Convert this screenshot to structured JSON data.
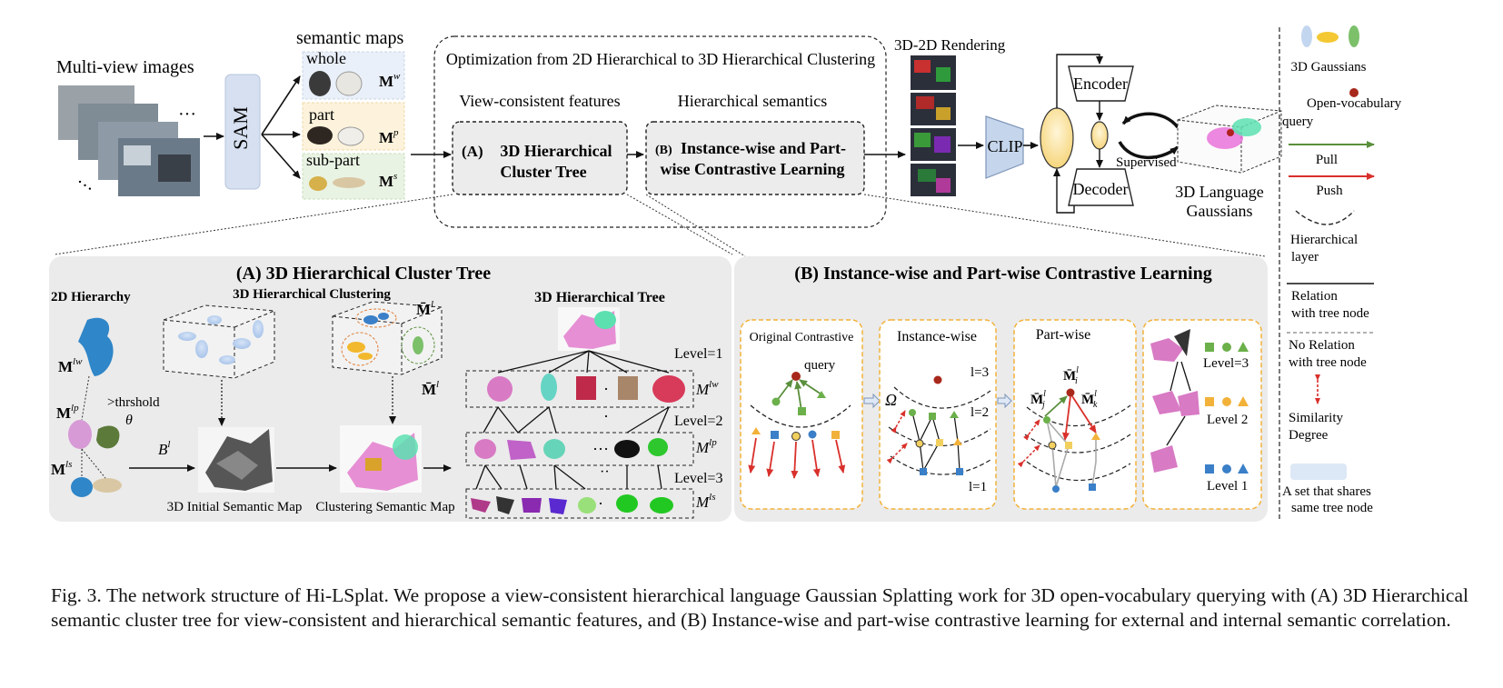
{
  "top": {
    "multiview_label": "Multi-view images",
    "sam_label": "SAM",
    "semantic_maps_label": "semantic maps",
    "whole_label": "whole",
    "part_label": "part",
    "subpart_label": "sub-part",
    "mw": "M",
    "mw_sup": "w",
    "mp": "M",
    "mp_sup": "p",
    "ms": "M",
    "ms_sup": "s",
    "opt_title": "Optimization from 2D Hierarchical  to 3D Hierarchical Clustering",
    "view_consistent": "View-consistent features",
    "hier_semantics": "Hierarchical semantics",
    "box_a_tag": "(A)",
    "box_a_line1": "3D Hierarchical",
    "box_a_line2": "Cluster Tree",
    "box_b_tag": "(B)",
    "box_b_line1": "Instance-wise and Part-",
    "box_b_line2": "wise Contrastive Learning",
    "render_label": "3D-2D Rendering",
    "clip_label": "CLIP",
    "encoder_label": "Encoder",
    "decoder_label": "Decoder",
    "supervised_label": "Supervised",
    "lang_gauss_line1": "3D Language",
    "lang_gauss_line2": "Gaussians"
  },
  "legend": {
    "gaussians": "3D Gaussians",
    "query_line1": "Open-vocabulary",
    "query_line2": "query",
    "pull": "Pull",
    "push": "Push",
    "hier_line1": "Hierarchical",
    "hier_line2": "layer",
    "rel_line1": "Relation",
    "rel_line2": "with tree node",
    "norel_line1": "No Relation",
    "norel_line2": "with tree node",
    "sim_line1": "Similarity",
    "sim_line2": "Degree",
    "set_line1": "A set that shares",
    "set_line2": "same tree node",
    "colors": {
      "pull": "#5a8f3c",
      "push": "#d9302b",
      "query": "#a8281b",
      "similarity": "#d9302b"
    }
  },
  "panel_a": {
    "title": "(A) 3D Hierarchical Cluster Tree",
    "hier2d": "2D Hierarchy",
    "clustering": "3D Hierarchical Clustering",
    "tree": "3D Hierarchical Tree",
    "m_lw": "M",
    "m_lw_sup": "lw",
    "m_lp": "M",
    "m_lp_sup": "lp",
    "m_ls": "M",
    "m_ls_sup": "ls",
    "threshold": ">thrshold",
    "theta": "θ",
    "b_l": "B",
    "b_l_sup": "l",
    "mbar": "M̄",
    "mbar_sup": "l",
    "initial_map": "3D Initial Semantic Map",
    "clustering_map": "Clustering Semantic Map",
    "level1": "Level=1",
    "level2": "Level=2",
    "level3": "Level=3",
    "dots": "···",
    "dot": "·",
    "vdots": "··"
  },
  "panel_b": {
    "title": "(B) Instance-wise and Part-wise Contrastive Learning",
    "original": "Original Contrastive",
    "query": "query",
    "instance": "Instance-wise",
    "part": "Part-wise",
    "omega": "Ω",
    "l3": "l=3",
    "l2": "l=2",
    "l1": "l=1",
    "mi": "M̄",
    "mi_sub": "i",
    "mj": "M̄",
    "mj_sub": "j",
    "mk": "M̄",
    "mk_sub": "k",
    "sup_l": "l",
    "lvl3": "Level=3",
    "lvl2": "Level 2",
    "lvl1": "Level 1"
  },
  "caption": "Fig. 3.  The network structure of Hi-LSplat. We propose a view-consistent hierarchical language Gaussian Splatting work for 3D open-vocabulary querying with (A) 3D Hierarchical semantic cluster tree for view-consistent and hierarchical semantic features, and (B) Instance-wise and part-wise contrastive learning for external and internal semantic correlation."
}
